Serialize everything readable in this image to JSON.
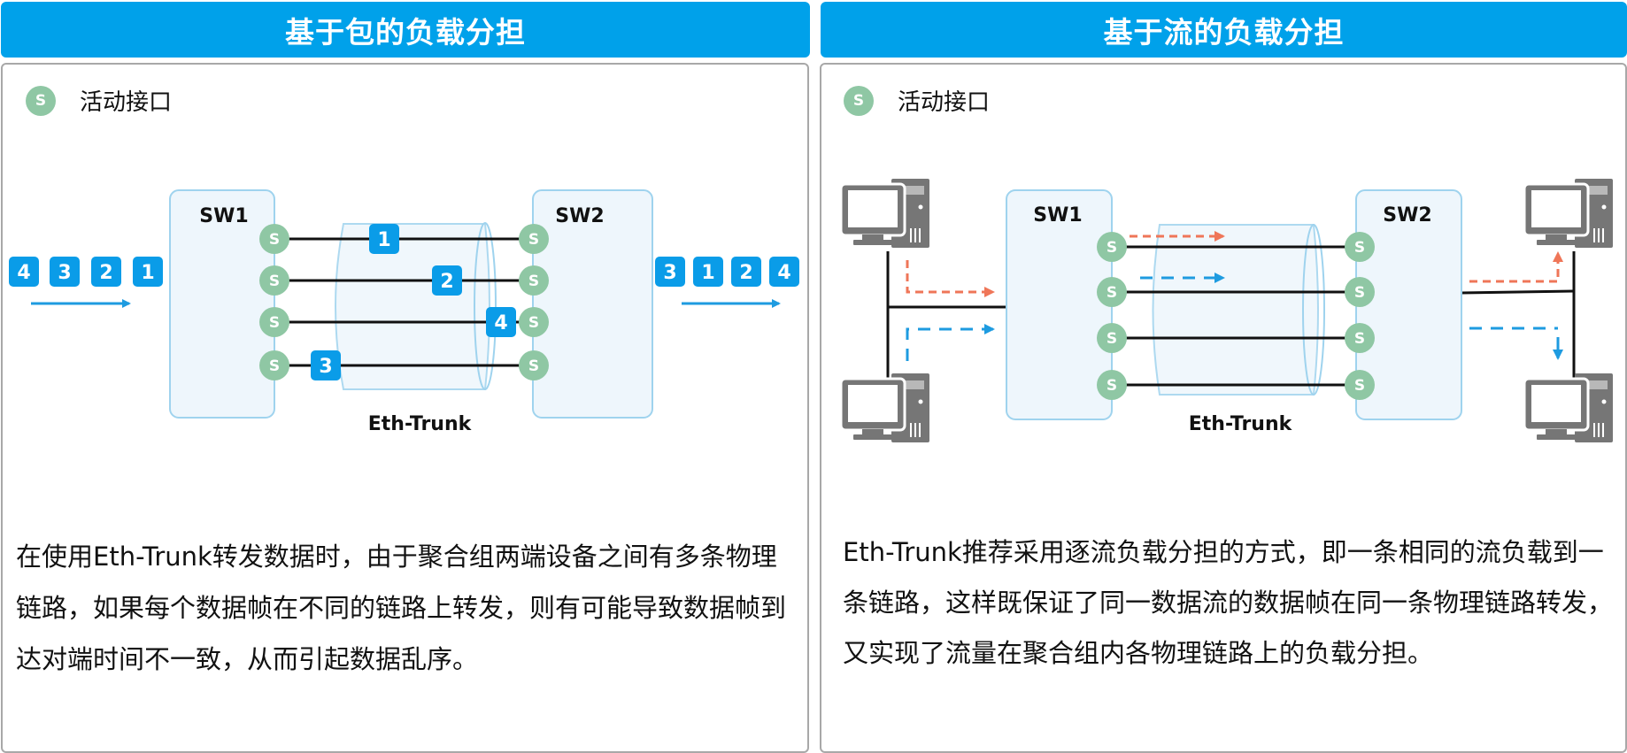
{
  "colors": {
    "header_bg": "#00a1ea",
    "packet": "#0a9ce8",
    "active_port": "#8fc7a4",
    "switch_fill": "#eef6fc",
    "switch_border": "#9fd3ee",
    "flow_a": "#ef7658",
    "flow_b": "#1e9be0",
    "pc": "#767676"
  },
  "left": {
    "title": "基于包的负载分担",
    "legend": {
      "icon_text": "S",
      "label": "活动接口"
    },
    "diagram": {
      "switch1": "SW1",
      "switch2": "SW2",
      "port_label": "S",
      "trunk_label": "Eth-Trunk",
      "input_queue": [
        "4",
        "3",
        "2",
        "1"
      ],
      "output_queue": [
        "3",
        "1",
        "2",
        "4"
      ],
      "links": [
        {
          "packet": "1"
        },
        {
          "packet": "2"
        },
        {
          "packet": "4"
        },
        {
          "packet": "3"
        }
      ]
    },
    "description": "在使用Eth-Trunk转发数据时，由于聚合组两端设备之间有多条物理链路，如果每个数据帧在不同的链路上转发，则有可能导致数据帧到达对端时间不一致，从而引起数据乱序。"
  },
  "right": {
    "title": "基于流的负载分担",
    "legend": {
      "icon_text": "S",
      "label": "活动接口"
    },
    "diagram": {
      "switch1": "SW1",
      "switch2": "SW2",
      "port_label": "S",
      "trunk_label": "Eth-Trunk",
      "link_count": 4,
      "flows": [
        {
          "name": "flow-a",
          "color": "#ef7658",
          "from": "top-left-pc",
          "to": "top-right-pc",
          "link": 1
        },
        {
          "name": "flow-b",
          "color": "#1e9be0",
          "from": "bottom-left-pc",
          "to": "bottom-right-pc",
          "link": 2
        }
      ]
    },
    "description": "Eth-Trunk推荐采用逐流负载分担的方式，即一条相同的流负载到一条链路，这样既保证了同一数据流的数据帧在同一条物理链路转发，又实现了流量在聚合组内各物理链路上的负载分担。"
  }
}
